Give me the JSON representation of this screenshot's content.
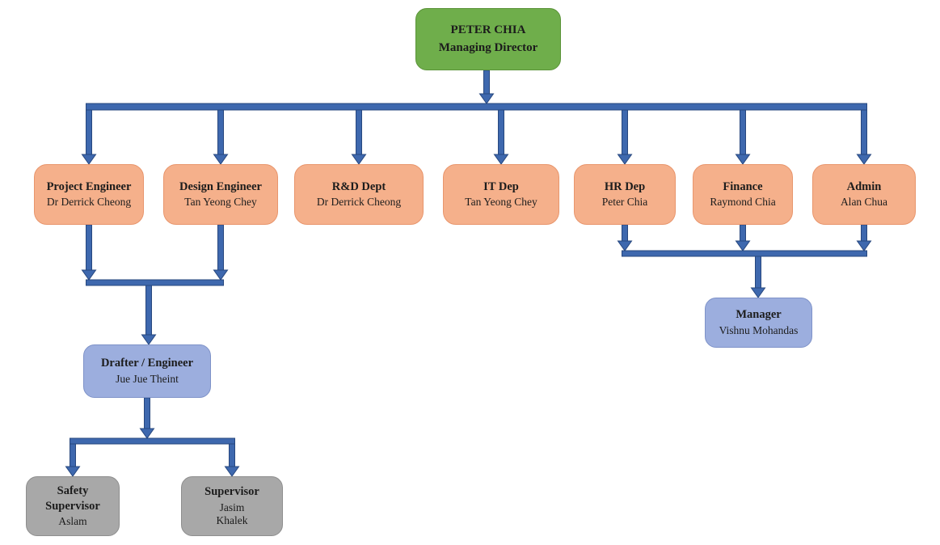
{
  "diagram": {
    "type": "org-chart",
    "description": "Company organisation chart headed by the Managing Director"
  },
  "colors": {
    "green-fill": "#6fae4b",
    "green-border": "#5b9339",
    "orange-fill": "#f5b08b",
    "orange-border": "#e8966d",
    "blue-fill": "#9caede",
    "blue-border": "#7e92c8",
    "gray-fill": "#a8a8a8",
    "gray-border": "#8e8e8e",
    "conn-fill": "#3e68ae",
    "conn-stroke": "#27477e",
    "text": "#1c1c1c"
  },
  "nodes": {
    "md": {
      "title": "PETER CHIA",
      "subtitle": "Managing Director"
    },
    "pe": {
      "title": "Project Engineer",
      "subtitle": "Dr Derrick Cheong"
    },
    "de": {
      "title": "Design Engineer",
      "subtitle": "Tan Yeong Chey"
    },
    "rnd": {
      "title": "R&D Dept",
      "subtitle": "Dr Derrick Cheong"
    },
    "it": {
      "title": "IT Dep",
      "subtitle": "Tan Yeong Chey"
    },
    "hr": {
      "title": "HR Dep",
      "subtitle": "Peter Chia"
    },
    "fin": {
      "title": "Finance",
      "subtitle": "Raymond Chia"
    },
    "adm": {
      "title": "Admin",
      "subtitle": "Alan Chua"
    },
    "mgr": {
      "title": "Manager",
      "subtitle": "Vishnu Mohandas"
    },
    "draft": {
      "title": "Drafter / Engineer",
      "subtitle": "Jue Jue Theint"
    },
    "safety": {
      "title": "Safety\nSupervisor",
      "subtitle": "Aslam"
    },
    "sup": {
      "title": "Supervisor",
      "subtitle": "Jasim\nKhalek"
    }
  },
  "edges": [
    {
      "from": [
        "Managing Director"
      ],
      "to": "Project Engineer"
    },
    {
      "from": [
        "Managing Director"
      ],
      "to": "Design Engineer"
    },
    {
      "from": [
        "Managing Director"
      ],
      "to": "R&D Dept"
    },
    {
      "from": [
        "Managing Director"
      ],
      "to": "IT Dep"
    },
    {
      "from": [
        "Managing Director"
      ],
      "to": "HR Dep"
    },
    {
      "from": [
        "Managing Director"
      ],
      "to": "Finance"
    },
    {
      "from": [
        "Managing Director"
      ],
      "to": "Admin"
    },
    {
      "from": [
        "Project Engineer",
        "Design Engineer"
      ],
      "to": "Drafter / Engineer"
    },
    {
      "from": [
        "HR Dep",
        "Finance",
        "Admin"
      ],
      "to": "Manager"
    },
    {
      "from": [
        "Drafter / Engineer"
      ],
      "to": "Safety Supervisor"
    },
    {
      "from": [
        "Drafter / Engineer"
      ],
      "to": "Supervisor"
    }
  ]
}
